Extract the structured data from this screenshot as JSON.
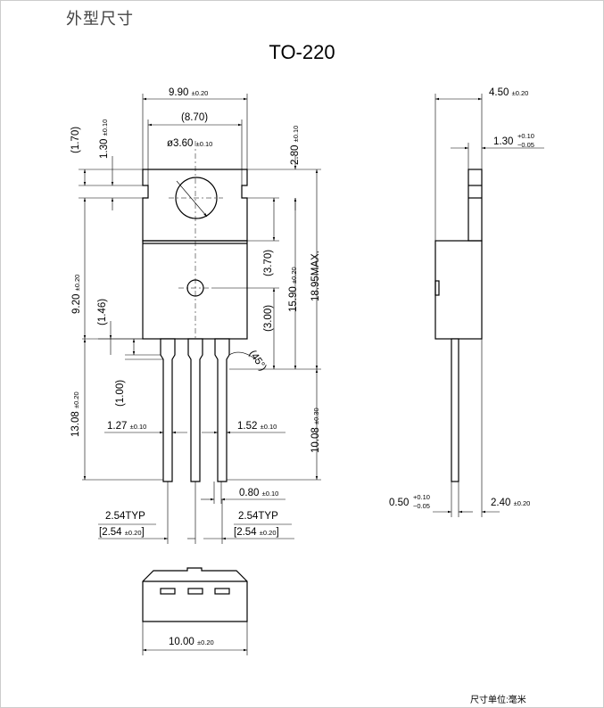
{
  "heading": "外型尺寸",
  "title": "TO-220",
  "unit_note": "尺寸单位:毫米",
  "dims": {
    "width_990": {
      "main": "9.90",
      "tol": "±0.20"
    },
    "width_870": {
      "main": "(8.70)"
    },
    "hole_360": {
      "main": "ø3.60",
      "tol": "±0.10"
    },
    "h_170": {
      "main": "(1.70)"
    },
    "h_130": {
      "main": "1.30",
      "tol": "±0.10"
    },
    "h_280": {
      "main": "2.80",
      "tol": "±0.10"
    },
    "h_370": {
      "main": "(3.70)"
    },
    "h_1590": {
      "main": "15.90",
      "tol": "±0.20"
    },
    "h_1895": {
      "main": "18.95MAX."
    },
    "h_920": {
      "main": "9.20",
      "tol": "±0.20"
    },
    "h_146": {
      "main": "(1.46)"
    },
    "h_300": {
      "main": "(3.00)"
    },
    "angle_45": {
      "main": "(45°)"
    },
    "h_100": {
      "main": "(1.00)"
    },
    "h_1308": {
      "main": "13.08",
      "tol": "±0.20"
    },
    "h_1008": {
      "main": "10.08",
      "tol": "±0.30"
    },
    "w_127": {
      "main": "1.27",
      "tol": "±0.10"
    },
    "w_152": {
      "main": "1.52",
      "tol": "±0.10"
    },
    "w_080": {
      "main": "0.80",
      "tol": "±0.10"
    },
    "pitch_a": {
      "main": "2.54TYP",
      "sub": "[2.54",
      "tol": "±0.20",
      "end": "]"
    },
    "pitch_b": {
      "main": "2.54TYP",
      "sub": "[2.54",
      "tol": "±0.20",
      "end": "]"
    },
    "side_450": {
      "main": "4.50",
      "tol": "±0.20"
    },
    "side_130": {
      "main": "1.30",
      "tol_up": "+0.10",
      "tol_dn": "−0.05"
    },
    "side_050": {
      "main": "0.50",
      "tol_up": "+0.10",
      "tol_dn": "−0.05"
    },
    "side_240": {
      "main": "2.40",
      "tol": "±0.20"
    },
    "bottom_1000": {
      "main": "10.00",
      "tol": "±0.20"
    }
  }
}
